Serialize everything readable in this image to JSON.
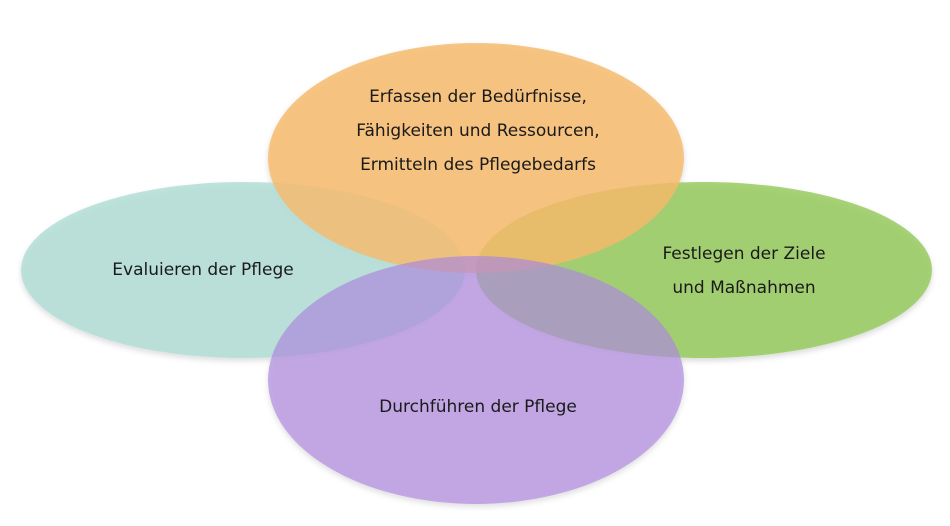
{
  "diagram": {
    "ellipses": [
      {
        "id": "top",
        "color": "#f7b96a",
        "lines": [
          "Erfassen der Bedürfnisse,",
          "Fähigkeiten und Ressourcen,",
          "Ermitteln des Pflegebedarfs"
        ]
      },
      {
        "id": "left",
        "color": "#a6d9d0",
        "lines": [
          "Evaluieren der Pflege"
        ]
      },
      {
        "id": "right",
        "color": "#8fc653",
        "lines": [
          "Festlegen der Ziele",
          "und Maßnahmen"
        ]
      },
      {
        "id": "bottom",
        "color": "#ad87dd",
        "lines": [
          "Durchführen der Pflege"
        ]
      }
    ]
  }
}
